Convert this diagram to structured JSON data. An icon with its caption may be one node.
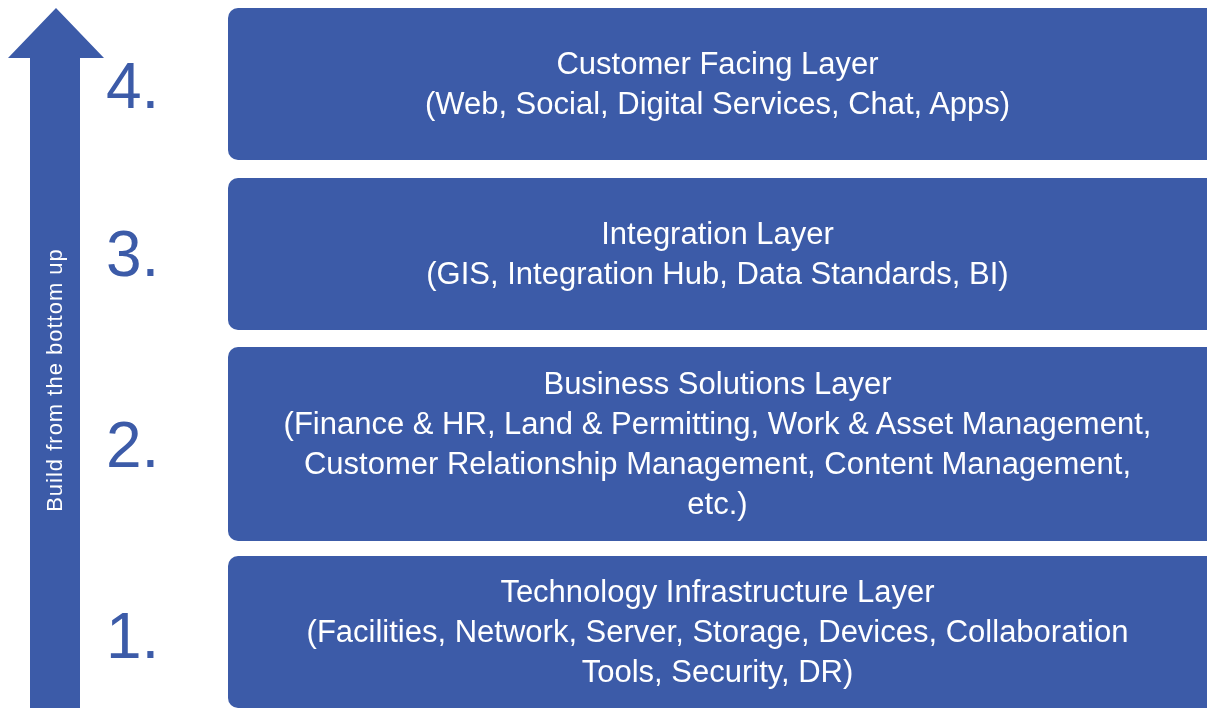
{
  "diagram": {
    "nodes": [
      {
        "text": [
          "Customer Facing Layer",
          "(Web, Social, Digital Services, Chat, Apps)"
        ],
        "beside": [
          "4."
        ]
      },
      {
        "text": [
          "Integration Layer",
          "(GIS, Integration Hub, Data Standards, BI)"
        ],
        "beside": [
          "3."
        ]
      },
      {
        "text": [
          "Business Solutions Layer",
          "(Finance & HR, Land & Permitting, Work & Asset Management, Customer Relationship Management, Content Management, etc.)"
        ],
        "beside": [
          "2."
        ]
      },
      {
        "text": [
          "Technology Infrastructure Layer",
          "(Facilities, Network, Server, Storage, Devices, Collaboration Tools, Security, DR)"
        ],
        "beside": [
          "1."
        ]
      }
    ],
    "labels": [
      "Build from the bottom up"
    ]
  }
}
